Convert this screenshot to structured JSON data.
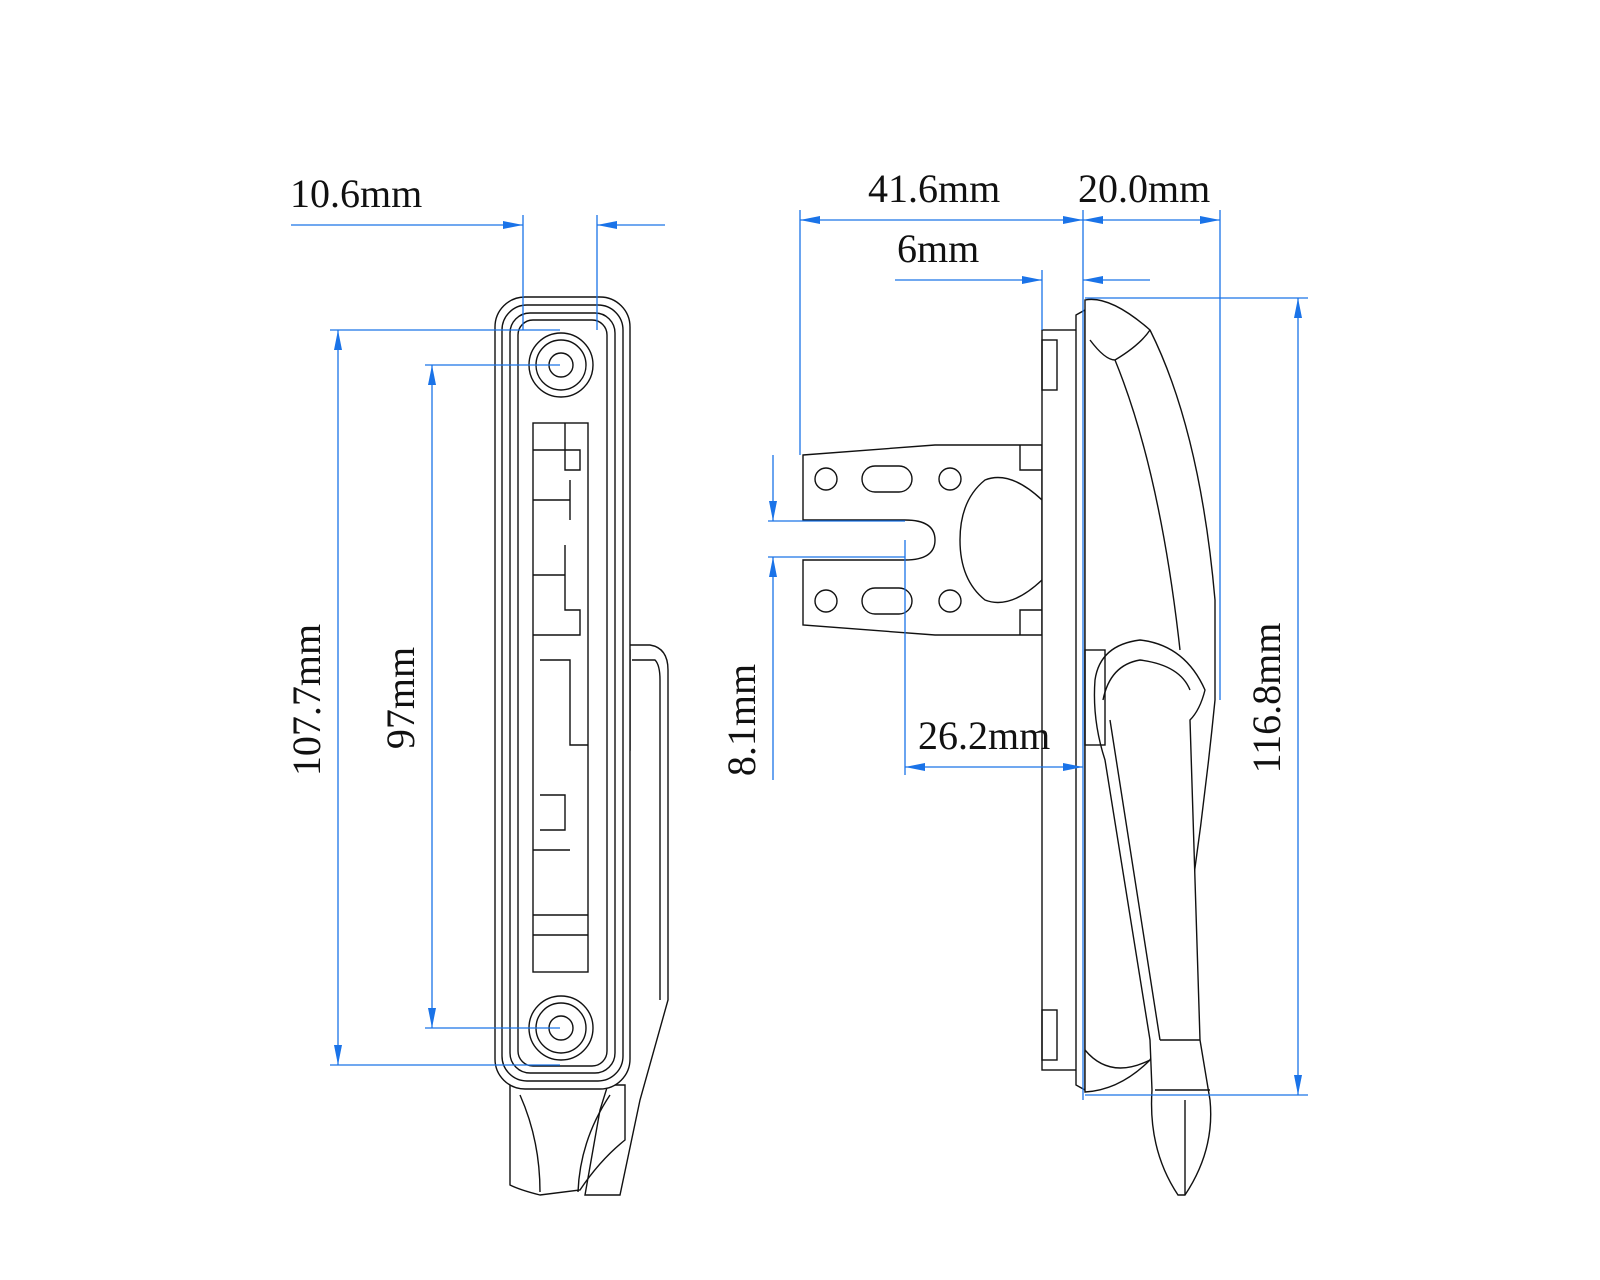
{
  "colors": {
    "dimension": "#1a73e8",
    "outline": "#111111"
  },
  "front_view": {
    "width_label": "10.6mm",
    "overall_height_label": "107.7mm",
    "hole_spacing_label": "97mm"
  },
  "side_view": {
    "projection_label": "41.6mm",
    "handle_depth_label": "20.0mm",
    "plate_thickness_label": "6mm",
    "slot_width_label": "8.1mm",
    "slot_depth_label": "26.2mm",
    "overall_height_label": "116.8mm"
  }
}
